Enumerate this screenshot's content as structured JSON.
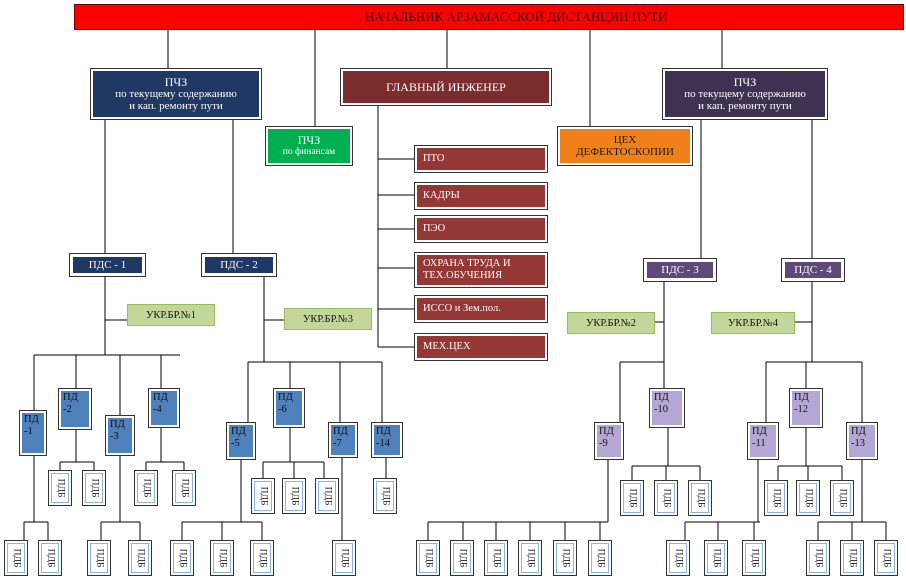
{
  "head": "НАЧАЛЬНИК АРЗАМАССКОЙ ДИСТАНЦИИ ПУТИ",
  "pchz_left": {
    "title": "ПЧЗ",
    "line1": "по  текущему содержанию",
    "line2": "и кап. ремонту пути"
  },
  "pchz_right": {
    "title": "ПЧЗ",
    "line1": "по  текущему содержанию",
    "line2": "и кап. ремонту пути"
  },
  "pchz_fin": {
    "title": "ПЧЗ",
    "sub": "по финансам"
  },
  "chief_engineer": "ГЛАВНЫЙ ИНЖЕНЕР",
  "defect": {
    "line1": "ЦЕХ",
    "line2": "ДЕФЕКТОСКОПИИ"
  },
  "depts": [
    {
      "line1": "ПТО",
      "line2": ""
    },
    {
      "line1": "КАДРЫ",
      "line2": ""
    },
    {
      "line1": "ПЭО",
      "line2": ""
    },
    {
      "line1": "ОХРАНА ТРУДА И",
      "line2": "ТЕХ.ОБУЧЕНИЯ"
    },
    {
      "line1": "ИССО и Зем.пол.",
      "line2": ""
    },
    {
      "line1": "МЕХ.ЦЕХ",
      "line2": ""
    }
  ],
  "pds": [
    "ПДС - 1",
    "ПДС - 2",
    "ПДС - 3",
    "ПДС - 4"
  ],
  "ukr": [
    "УКР.БР.№1",
    "УКР.БР.№3",
    "УКР.БР.№2",
    "УКР.БР.№4"
  ],
  "pd": [
    {
      "a": "ПД",
      "b": "-1"
    },
    {
      "a": "ПД",
      "b": "-2"
    },
    {
      "a": "ПД",
      "b": "-3"
    },
    {
      "a": "ПД",
      "b": "-4"
    },
    {
      "a": "ПД",
      "b": "-5"
    },
    {
      "a": "ПД",
      "b": "-6"
    },
    {
      "a": "ПД",
      "b": "-7"
    },
    {
      "a": "ПД",
      "b": "-14"
    },
    {
      "a": "ПД",
      "b": "-9"
    },
    {
      "a": "ПД",
      "b": "-10"
    },
    {
      "a": "ПД",
      "b": "-11"
    },
    {
      "a": "ПД",
      "b": "-12"
    },
    {
      "a": "ПД",
      "b": "-13"
    }
  ],
  "pdb_label": "ПДБ",
  "colors": {
    "head": "#ff0000",
    "navy": "#1f3864",
    "purple": "#3f3151",
    "maroon": "#7b2c2c",
    "green": "#00b050",
    "orange": "#f0811a",
    "dept": "#953735",
    "ukr": "#c4d79b",
    "pd_blue": "#4f81bd",
    "pd_lilac": "#b4a7d6"
  }
}
